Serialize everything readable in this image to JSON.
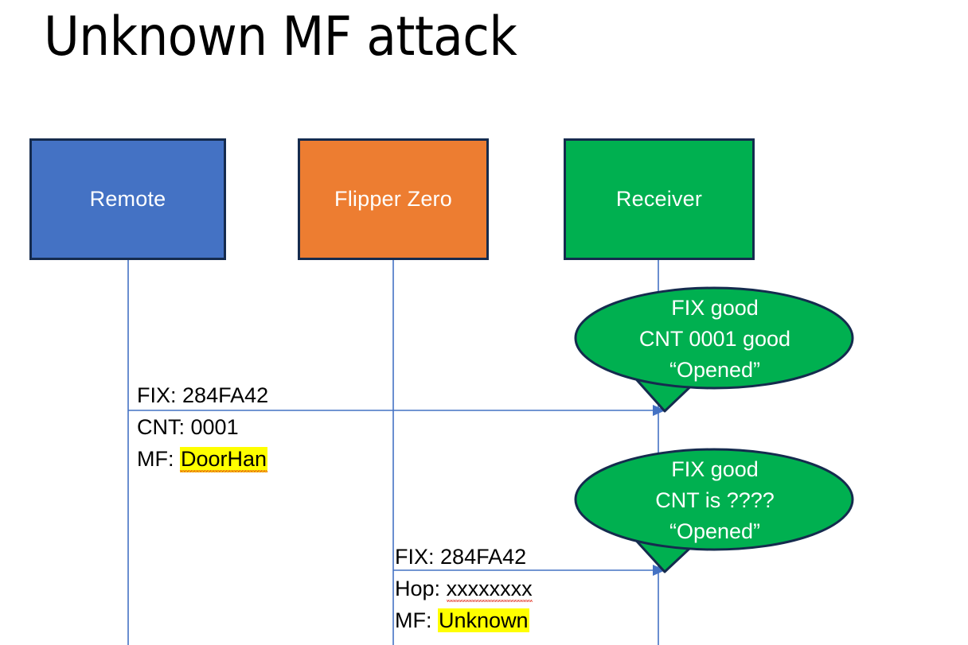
{
  "slide": {
    "title": "Unknown MF attack",
    "background": "#ffffff"
  },
  "colors": {
    "remote_box": "#4472C4",
    "flipper_box": "#ED7D31",
    "receiver_box": "#00B050",
    "box_border": "#152B4E",
    "callout_fill": "#00B050",
    "callout_border": "#152B4E",
    "lifeline": "#4472C4",
    "arrow": "#4472C4",
    "highlight": "#FFFF00",
    "spellcheck_underline": "#E03020",
    "text_dark": "#000000",
    "text_light": "#ffffff"
  },
  "actors": [
    {
      "id": "remote",
      "label": "Remote"
    },
    {
      "id": "flipper",
      "label": "Flipper Zero"
    },
    {
      "id": "receiver",
      "label": "Receiver"
    }
  ],
  "messages": [
    {
      "id": "msg1",
      "from": "remote",
      "to": "receiver",
      "lines": [
        {
          "label": "FIX:",
          "value": "284FA42",
          "highlighted": false,
          "spellcheck_flagged": false
        },
        {
          "label": "CNT:",
          "value": "0001",
          "highlighted": false,
          "spellcheck_flagged": false
        },
        {
          "label": "MF:",
          "value": "DoorHan",
          "highlighted": true,
          "spellcheck_flagged": true
        }
      ]
    },
    {
      "id": "msg2",
      "from": "flipper",
      "to": "receiver",
      "lines": [
        {
          "label": "FIX:",
          "value": "284FA42",
          "highlighted": false,
          "spellcheck_flagged": false
        },
        {
          "label": "Hop:",
          "value": "xxxxxxxx",
          "highlighted": true,
          "spellcheck_flagged": true
        },
        {
          "label": "MF:",
          "value": "Unknown",
          "highlighted": true,
          "spellcheck_flagged": false
        }
      ]
    }
  ],
  "callouts": [
    {
      "id": "callout-1",
      "owner": "receiver",
      "lines": [
        "FIX good",
        "CNT 0001 good",
        "“Opened”"
      ]
    },
    {
      "id": "callout-2",
      "owner": "receiver",
      "lines": [
        "FIX good",
        "CNT is ????",
        "“Opened”"
      ]
    }
  ]
}
